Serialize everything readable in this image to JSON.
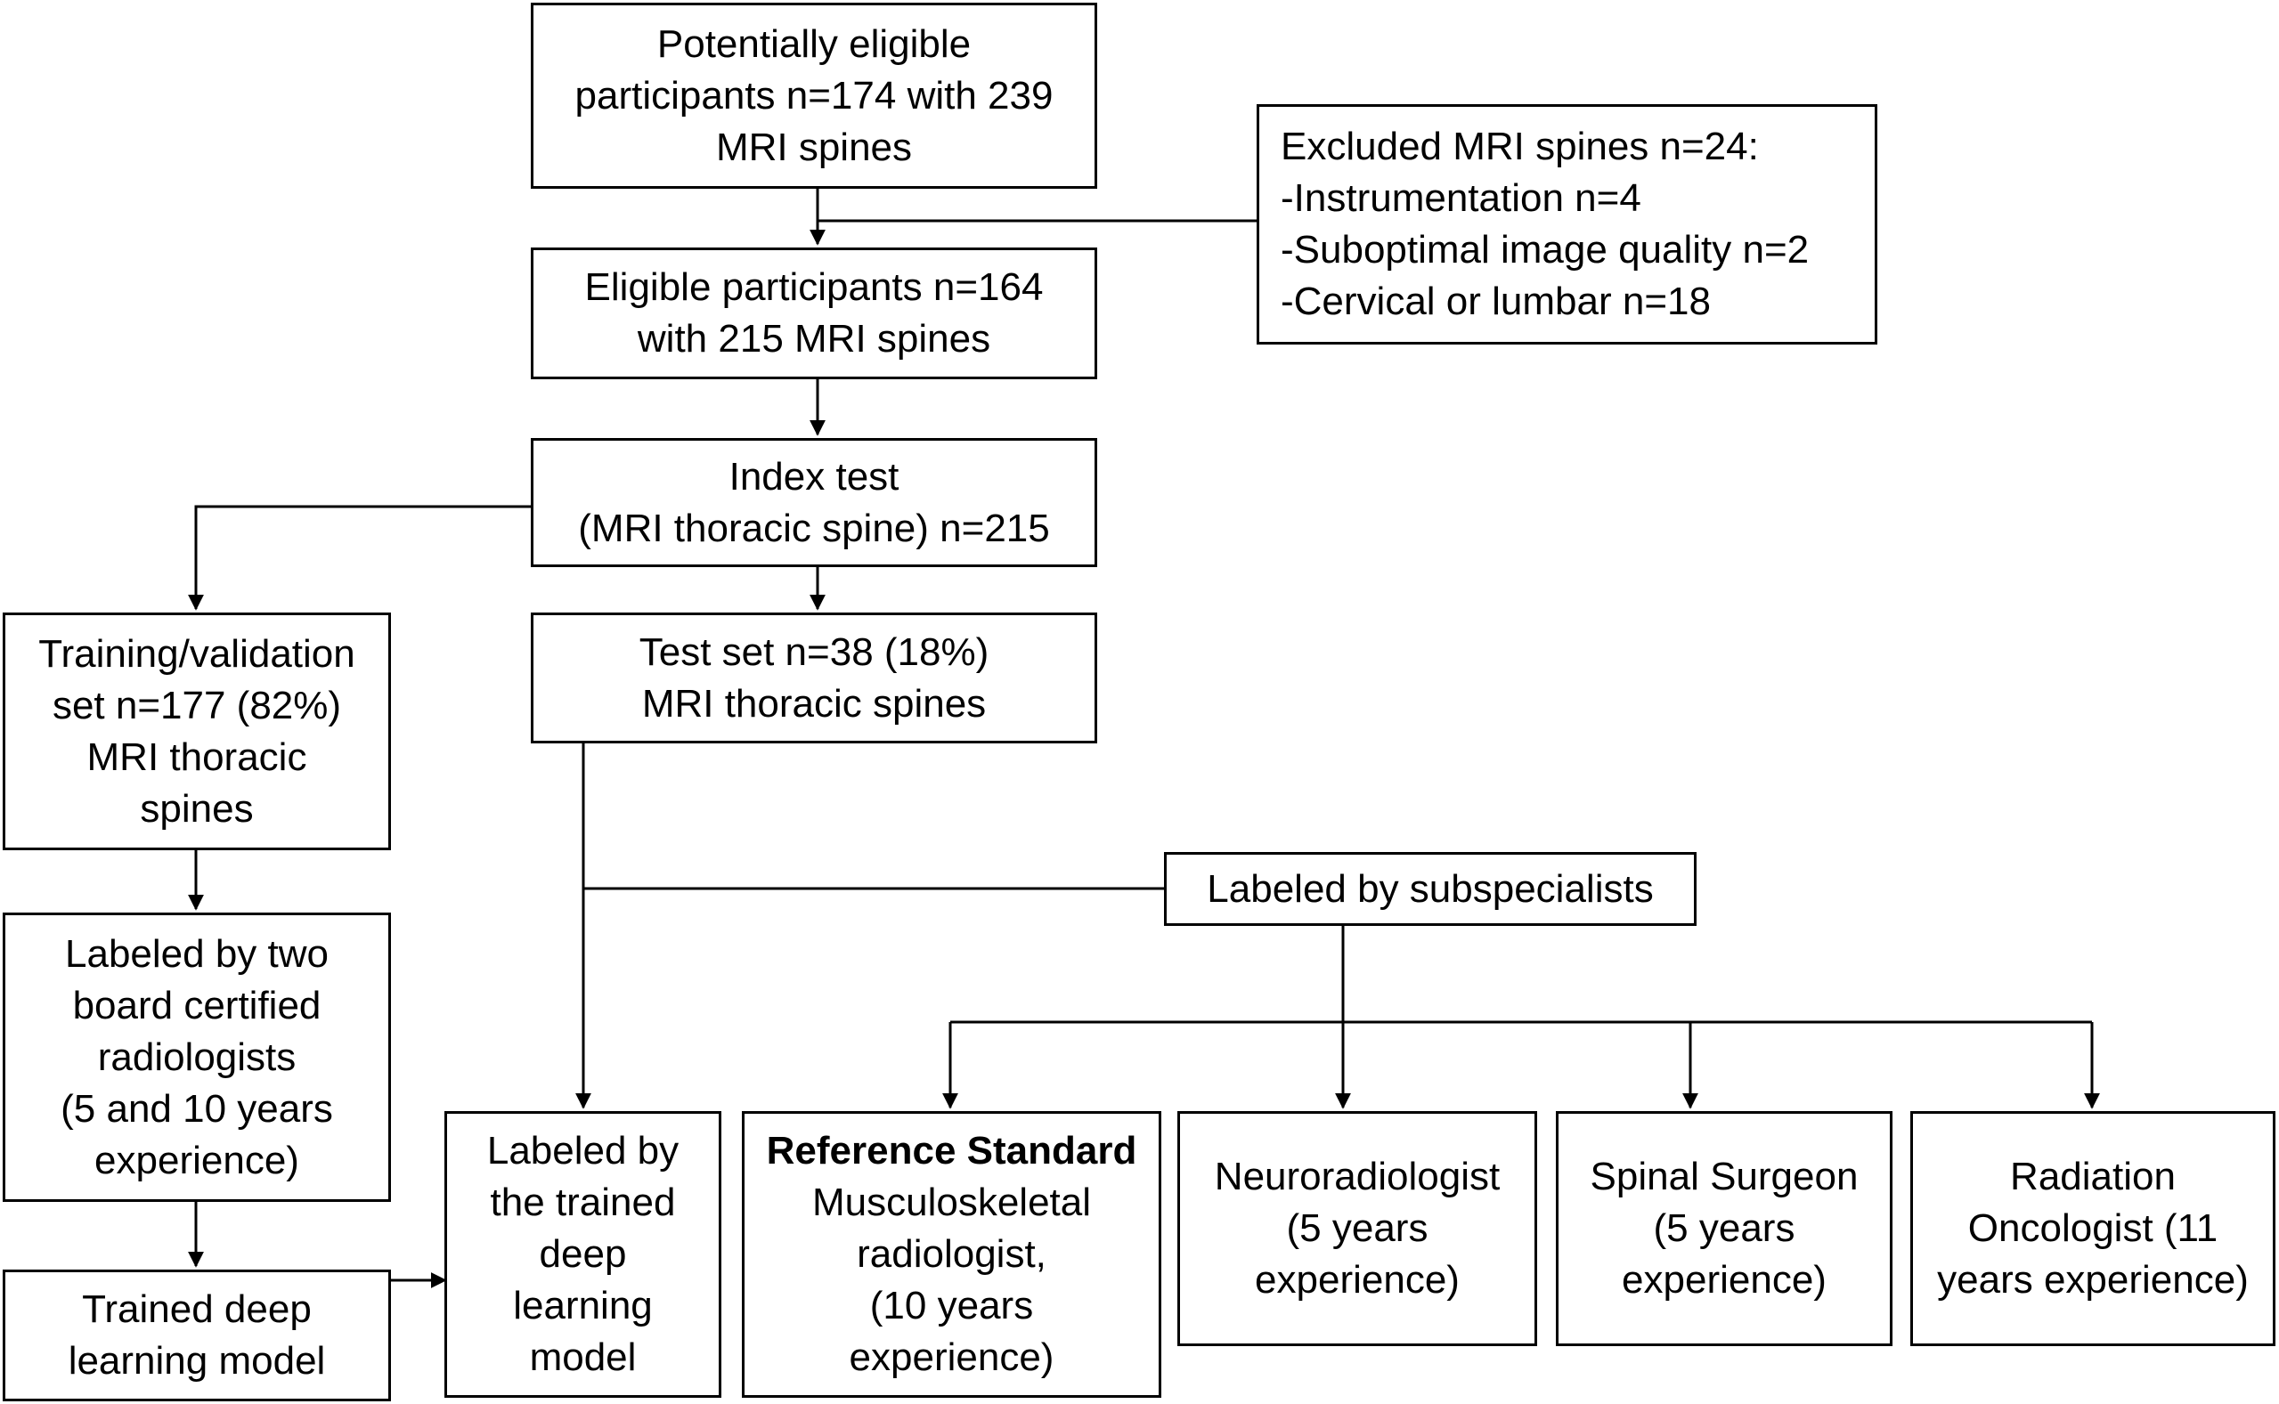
{
  "boxes": {
    "potential": [
      "Potentially eligible",
      "participants n=174 with 239",
      "MRI spines"
    ],
    "excluded": [
      "Excluded MRI spines n=24:",
      "-Instrumentation n=4",
      "-Suboptimal image quality n=2",
      "-Cervical or lumbar n=18"
    ],
    "eligible": [
      "Eligible participants n=164",
      "with 215 MRI spines"
    ],
    "index": [
      "Index test",
      "(MRI thoracic spine) n=215"
    ],
    "training": [
      "Training/validation",
      "set n=177 (82%)",
      "MRI thoracic",
      "spines"
    ],
    "test": [
      "Test set n=38 (18%)",
      "MRI thoracic spines"
    ],
    "subspecialists": [
      "Labeled by subspecialists"
    ],
    "labeled_two": [
      "Labeled by two",
      "board certified",
      "radiologists",
      "(5 and 10 years",
      "experience)"
    ],
    "trained_model": [
      "Trained deep",
      "learning model"
    ],
    "labeled_trained": [
      "Labeled by",
      "the trained",
      "deep",
      "learning",
      "model"
    ],
    "reference": [
      "Reference Standard",
      "Musculoskeletal",
      "radiologist,",
      "(10 years",
      "experience)"
    ],
    "neuro": [
      "Neuroradiologist",
      "(5 years",
      "experience)"
    ],
    "surgeon": [
      "Spinal Surgeon",
      "(5 years",
      "experience)"
    ],
    "oncologist": [
      "Radiation",
      "Oncologist (11",
      "years experience)"
    ]
  },
  "colors": {
    "stroke": "#000000",
    "background": "#ffffff"
  }
}
